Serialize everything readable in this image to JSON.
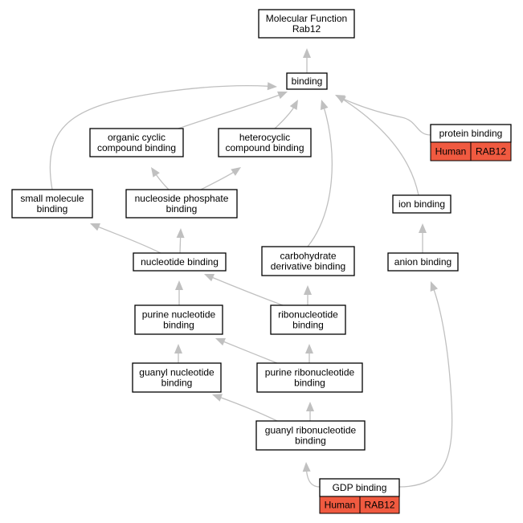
{
  "colors": {
    "node_border": "#000000",
    "node_fill": "#ffffff",
    "edge": "#c0c0c0",
    "annotation_fill": "#f05a40"
  },
  "nodes": {
    "mf_rab12": {
      "lines": [
        "Molecular Function",
        "Rab12"
      ]
    },
    "binding": {
      "lines": [
        "binding"
      ]
    },
    "organic_cyclic": {
      "lines": [
        "organic cyclic",
        "compound binding"
      ]
    },
    "heterocyclic": {
      "lines": [
        "heterocyclic",
        "compound binding"
      ]
    },
    "protein_binding": {
      "lines": [
        "protein binding"
      ],
      "annotations": [
        "Human",
        "RAB12"
      ]
    },
    "small_molecule": {
      "lines": [
        "small molecule",
        "binding"
      ]
    },
    "nucleoside_phosphate": {
      "lines": [
        "nucleoside phosphate",
        "binding"
      ]
    },
    "ion_binding": {
      "lines": [
        "ion binding"
      ]
    },
    "nucleotide_binding": {
      "lines": [
        "nucleotide binding"
      ]
    },
    "carbohydrate_derivative": {
      "lines": [
        "carbohydrate",
        "derivative binding"
      ]
    },
    "anion_binding": {
      "lines": [
        "anion binding"
      ]
    },
    "purine_nucleotide": {
      "lines": [
        "purine nucleotide",
        "binding"
      ]
    },
    "ribonucleotide": {
      "lines": [
        "ribonucleotide",
        "binding"
      ]
    },
    "guanyl_nucleotide": {
      "lines": [
        "guanyl nucleotide",
        "binding"
      ]
    },
    "purine_ribonucleotide": {
      "lines": [
        "purine ribonucleotide",
        "binding"
      ]
    },
    "guanyl_ribonucleotide": {
      "lines": [
        "guanyl ribonucleotide",
        "binding"
      ]
    },
    "gdp_binding": {
      "lines": [
        "GDP binding"
      ],
      "annotations": [
        "Human",
        "RAB12"
      ]
    }
  },
  "edges": [
    {
      "from": "binding",
      "to": "mf_rab12"
    },
    {
      "from": "organic_cyclic",
      "to": "binding"
    },
    {
      "from": "heterocyclic",
      "to": "binding"
    },
    {
      "from": "protein_binding",
      "to": "binding"
    },
    {
      "from": "small_molecule",
      "to": "binding"
    },
    {
      "from": "ion_binding",
      "to": "binding"
    },
    {
      "from": "carbohydrate_derivative",
      "to": "binding"
    },
    {
      "from": "nucleoside_phosphate",
      "to": "organic_cyclic"
    },
    {
      "from": "nucleoside_phosphate",
      "to": "heterocyclic"
    },
    {
      "from": "nucleotide_binding",
      "to": "small_molecule"
    },
    {
      "from": "nucleotide_binding",
      "to": "nucleoside_phosphate"
    },
    {
      "from": "anion_binding",
      "to": "ion_binding"
    },
    {
      "from": "purine_nucleotide",
      "to": "nucleotide_binding"
    },
    {
      "from": "ribonucleotide",
      "to": "nucleotide_binding"
    },
    {
      "from": "ribonucleotide",
      "to": "carbohydrate_derivative"
    },
    {
      "from": "guanyl_nucleotide",
      "to": "purine_nucleotide"
    },
    {
      "from": "purine_ribonucleotide",
      "to": "purine_nucleotide"
    },
    {
      "from": "purine_ribonucleotide",
      "to": "ribonucleotide"
    },
    {
      "from": "guanyl_ribonucleotide",
      "to": "guanyl_nucleotide"
    },
    {
      "from": "guanyl_ribonucleotide",
      "to": "purine_ribonucleotide"
    },
    {
      "from": "gdp_binding",
      "to": "guanyl_ribonucleotide"
    },
    {
      "from": "gdp_binding",
      "to": "anion_binding"
    }
  ]
}
